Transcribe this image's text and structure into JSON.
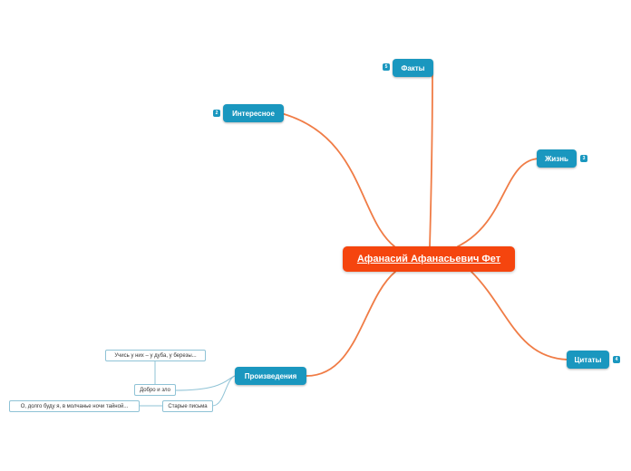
{
  "central": {
    "label": "Афанасий Афанасьевич Фет"
  },
  "topics": {
    "facts": {
      "label": "Факты",
      "count": "5"
    },
    "interesting": {
      "label": "Интересное",
      "count": "2"
    },
    "life": {
      "label": "Жизнь",
      "count": "3"
    },
    "quotes": {
      "label": "Цитаты",
      "count": "4"
    },
    "works": {
      "label": "Произведения"
    }
  },
  "works_children": {
    "good_evil": {
      "label": "Добро и зло"
    },
    "old_letters": {
      "label": "Старые письма"
    },
    "learn_from_them": {
      "label": "Учись у них – у дуба, у березы..."
    },
    "long_silence": {
      "label": "О, долго буду я, в молчанье ночи тайной..."
    }
  },
  "colors": {
    "central": "#f5450e",
    "topic": "#1a97bf",
    "main_link": "#f07c46",
    "sub_link": "#8fc3d6"
  }
}
